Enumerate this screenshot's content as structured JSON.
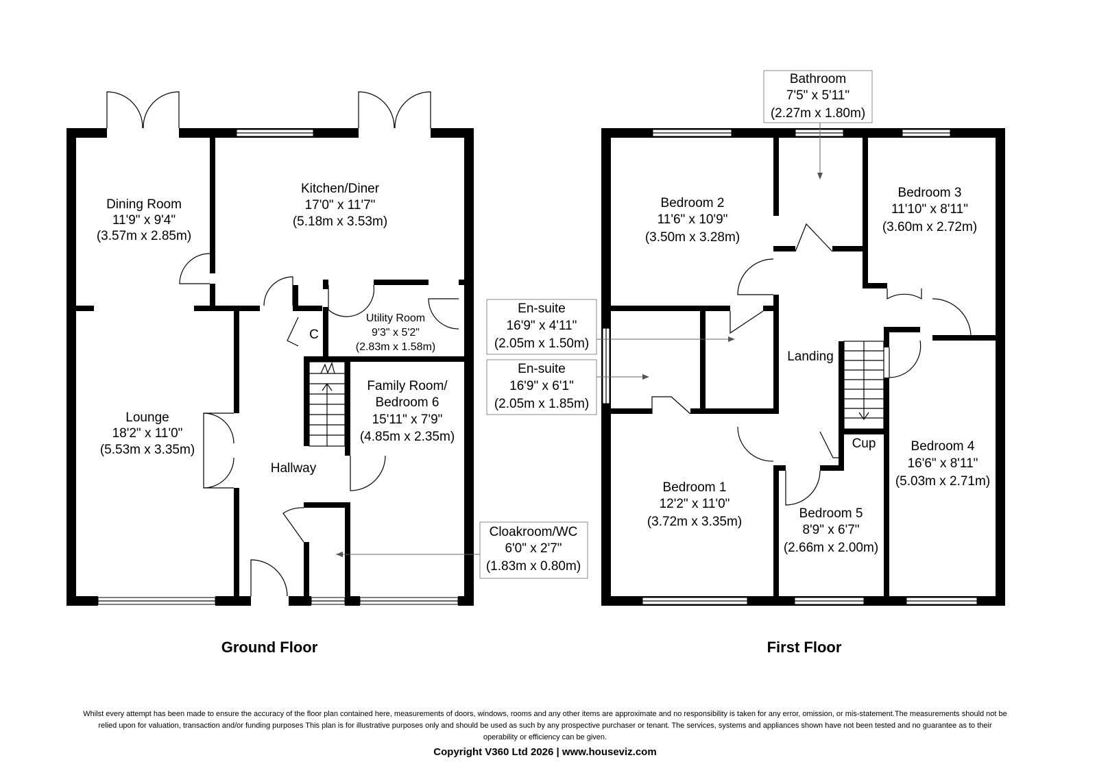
{
  "floors": {
    "ground": {
      "title": "Ground Floor",
      "rooms": {
        "dining": {
          "name": "Dining Room",
          "imperial": "11'9\" x 9'4\"",
          "metric": "(3.57m x 2.85m)"
        },
        "kitchen": {
          "name": "Kitchen/Diner",
          "imperial": "17'0\" x 11'7\"",
          "metric": "(5.18m x 3.53m)"
        },
        "utility": {
          "name": "Utility Room",
          "imperial": "9'3\" x 5'2\"",
          "metric": "(2.83m x 1.58m)"
        },
        "cupboard": {
          "name": "C"
        },
        "lounge": {
          "name": "Lounge",
          "imperial": "18'2\" x 11'0\"",
          "metric": "(5.53m x 3.35m)"
        },
        "hallway": {
          "name": "Hallway"
        },
        "family": {
          "name1": "Family Room/",
          "name2": "Bedroom 6",
          "imperial": "15'11\" x 7'9\"",
          "metric": "(4.85m x 2.35m)"
        },
        "cloakroom": {
          "name": "Cloakroom/WC",
          "imperial": "6'0\" x 2'7\"",
          "metric": "(1.83m x 0.80m)"
        }
      }
    },
    "first": {
      "title": "First Floor",
      "rooms": {
        "bathroom": {
          "name": "Bathroom",
          "imperial": "7'5\" x 5'11\"",
          "metric": "(2.27m x 1.80m)"
        },
        "bedroom2": {
          "name": "Bedroom 2",
          "imperial": "11'6\" x 10'9\"",
          "metric": "(3.50m x 3.28m)"
        },
        "bedroom3": {
          "name": "Bedroom 3",
          "imperial": "11'10\" x 8'11\"",
          "metric": "(3.60m x 2.72m)"
        },
        "ensuite1": {
          "name": "En-suite",
          "imperial": "16'9\" x 4'11\"",
          "metric": "(2.05m x 1.50m)"
        },
        "ensuite2": {
          "name": "En-suite",
          "imperial": "16'9\" x 6'1\"",
          "metric": "(2.05m x 1.85m)"
        },
        "landing": {
          "name": "Landing"
        },
        "cup": {
          "name": "Cup"
        },
        "bedroom4": {
          "name": "Bedroom 4",
          "imperial": "16'6\" x 8'11\"",
          "metric": "(5.03m x 2.71m)"
        },
        "bedroom1": {
          "name": "Bedroom 1",
          "imperial": "12'2\" x 11'0\"",
          "metric": "(3.72m x 3.35m)"
        },
        "bedroom5": {
          "name": "Bedroom 5",
          "imperial": "8'9\" x 6'7\"",
          "metric": "(2.66m x 2.00m)"
        }
      }
    }
  },
  "disclaimer": "Whilst every attempt has been made to ensure the accuracy of the floor plan contained here, measurements of doors, windows, rooms and any other items are approximate and no responsibility is taken for any error, omission, or mis-statement.The measurements should not be relied upon for valuation, transaction and/or funding purposes This plan is for illustrative purposes only and should be used as such by any prospective purchaser or tenant. The services, systems and appliances shown have not been tested and no guarantee as to their operability or efficiency can be given.",
  "copyright": "Copyright V360 Ltd 2026 | www.houseviz.com"
}
